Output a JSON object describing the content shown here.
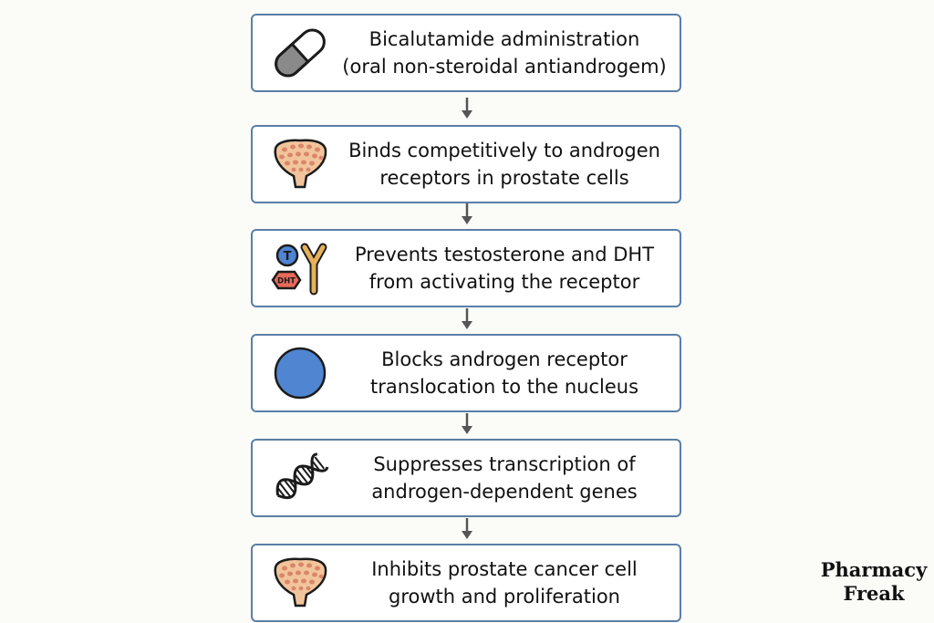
{
  "steps": [
    {
      "icon": "capsule-icon",
      "line1": "Bicalutamide administration",
      "line2": "(oral non-steroidal antiandrogem)"
    },
    {
      "icon": "prostate-icon",
      "line1": "Binds competitively to androgen",
      "line2": "receptors in prostate cells"
    },
    {
      "icon": "hormone-receptor-icon",
      "line1": "Prevents testosterone and DHT",
      "line2": "from activating the receptor"
    },
    {
      "icon": "nucleus-circle-icon",
      "line1": "Blocks androgen receptor",
      "line2": "translocation to the nucleus"
    },
    {
      "icon": "dna-icon",
      "line1": "Suppresses transcription of",
      "line2": "androgen-dependent genes"
    },
    {
      "icon": "prostate-icon",
      "line1": "Inhibits prostate cancer cell",
      "line2": "growth and proliferation"
    }
  ],
  "icon_labels": {
    "testosterone": "T",
    "dht": "DHT"
  },
  "brand": {
    "line1": "Pharmacy",
    "line2": "Freak"
  },
  "colors": {
    "border": "#5a7fa6",
    "arrow": "#555555",
    "prostate": "#f2c49b",
    "circle": "#4f85d1",
    "receptor": "#e6b15a"
  }
}
